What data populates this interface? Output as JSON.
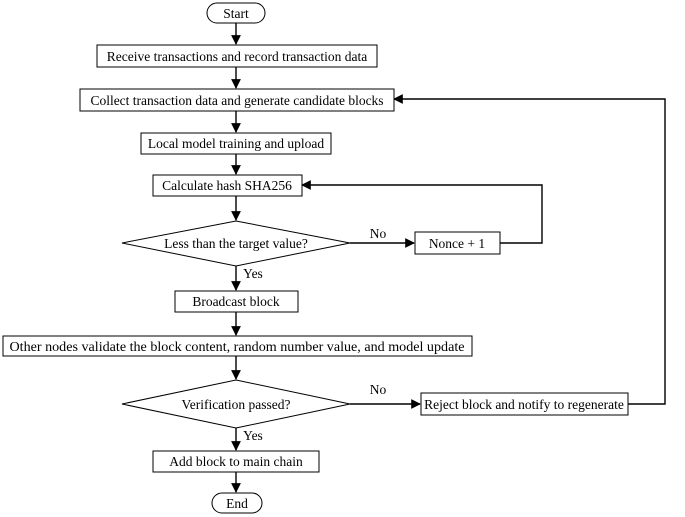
{
  "diagram": {
    "nodes": {
      "start": "Start",
      "receive": "Receive transactions and record transaction data",
      "collect": "Collect transaction data and generate candidate blocks",
      "local_training": "Local model training and upload",
      "hash": "Calculate hash SHA256",
      "check_target": "Less than the target value?",
      "nonce": "Nonce + 1",
      "broadcast": "Broadcast block",
      "validate": "Other nodes validate the block content, random number value, and model update",
      "verify": "Verification passed?",
      "reject": "Reject block and notify to regenerate",
      "add_block": "Add block to main chain",
      "end": "End"
    },
    "edge_labels": {
      "target_no": "No",
      "target_yes": "Yes",
      "verify_no": "No",
      "verify_yes": "Yes"
    }
  }
}
